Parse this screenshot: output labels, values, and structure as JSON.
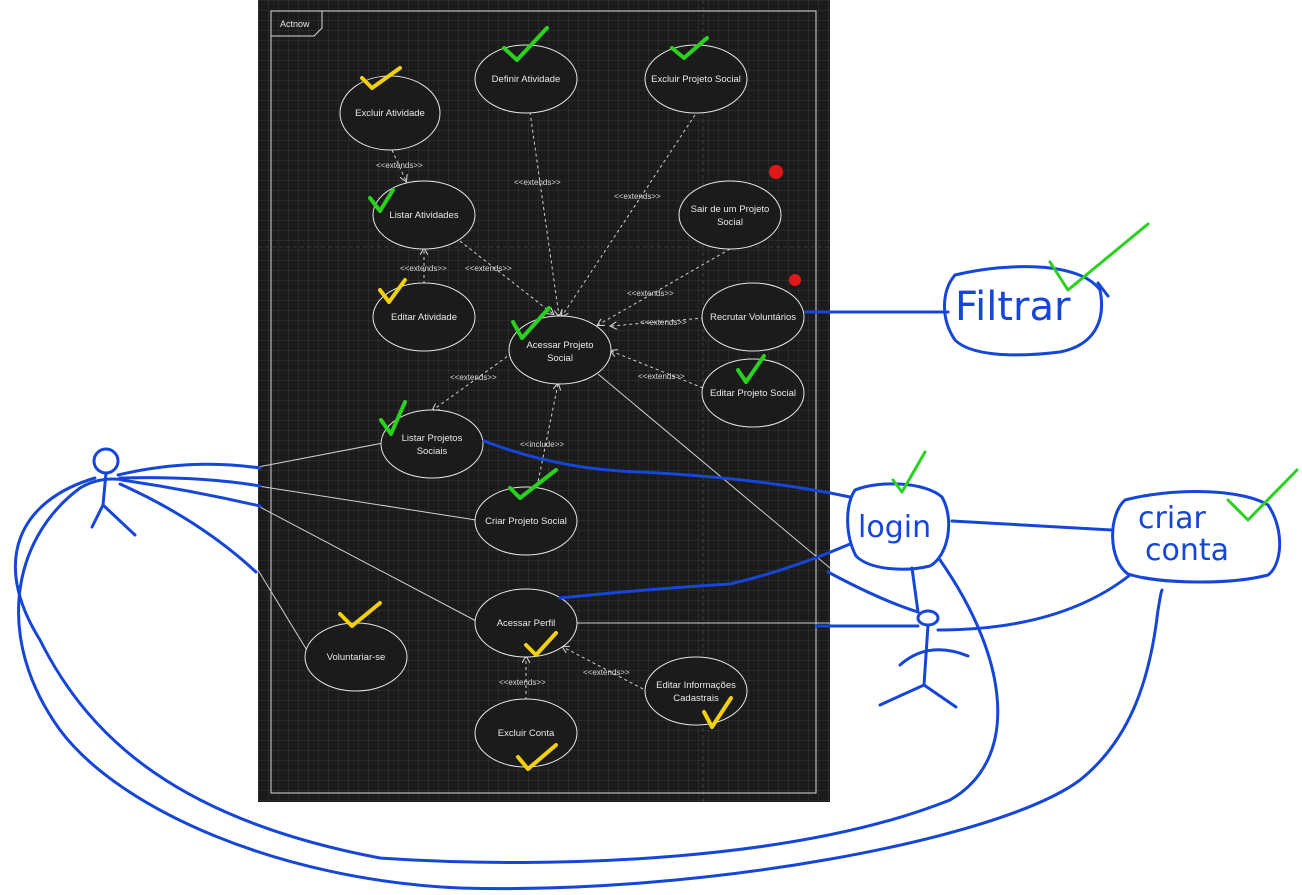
{
  "frame": {
    "label": "Actnow"
  },
  "use_cases": [
    {
      "id": "excluir_atividade",
      "lines": [
        "Excluir Atividade"
      ]
    },
    {
      "id": "definir_atividade",
      "lines": [
        "Definir Atividade"
      ]
    },
    {
      "id": "excluir_projeto",
      "lines": [
        "Excluir Projeto Social"
      ]
    },
    {
      "id": "listar_atividades",
      "lines": [
        "Listar Atividades"
      ]
    },
    {
      "id": "sair_projeto",
      "lines": [
        "Sair de um Projeto",
        "Social"
      ]
    },
    {
      "id": "editar_atividade",
      "lines": [
        "Editar Atividade"
      ]
    },
    {
      "id": "acessar_projeto",
      "lines": [
        "Acessar Projeto",
        "Social"
      ]
    },
    {
      "id": "recrutar",
      "lines": [
        "Recrutar Voluntários"
      ]
    },
    {
      "id": "editar_projeto",
      "lines": [
        "Editar Projeto Social"
      ]
    },
    {
      "id": "listar_projetos",
      "lines": [
        "Listar Projetos",
        "Sociais"
      ]
    },
    {
      "id": "criar_projeto",
      "lines": [
        "Criar Projeto Social"
      ]
    },
    {
      "id": "acessar_perfil",
      "lines": [
        "Acessar Perfil"
      ]
    },
    {
      "id": "voluntariar",
      "lines": [
        "Voluntariar-se"
      ]
    },
    {
      "id": "editar_info",
      "lines": [
        "Editar Informações",
        "Cadastrais"
      ]
    },
    {
      "id": "excluir_conta",
      "lines": [
        "Excluir Conta"
      ]
    }
  ],
  "relations": {
    "extends": "<<extends>>",
    "include": "<<include>>"
  },
  "handwritten": {
    "filtrar": "Filtrar",
    "login": "login",
    "criar": "criar",
    "conta": "conta"
  },
  "colors": {
    "canvas": "#1b1b1b",
    "uml_line": "#cfcfcf",
    "ink_blue": "#1546d8",
    "check_green": "#2ad11f",
    "check_yellow": "#f2d10a",
    "dot_red": "#e01818"
  }
}
